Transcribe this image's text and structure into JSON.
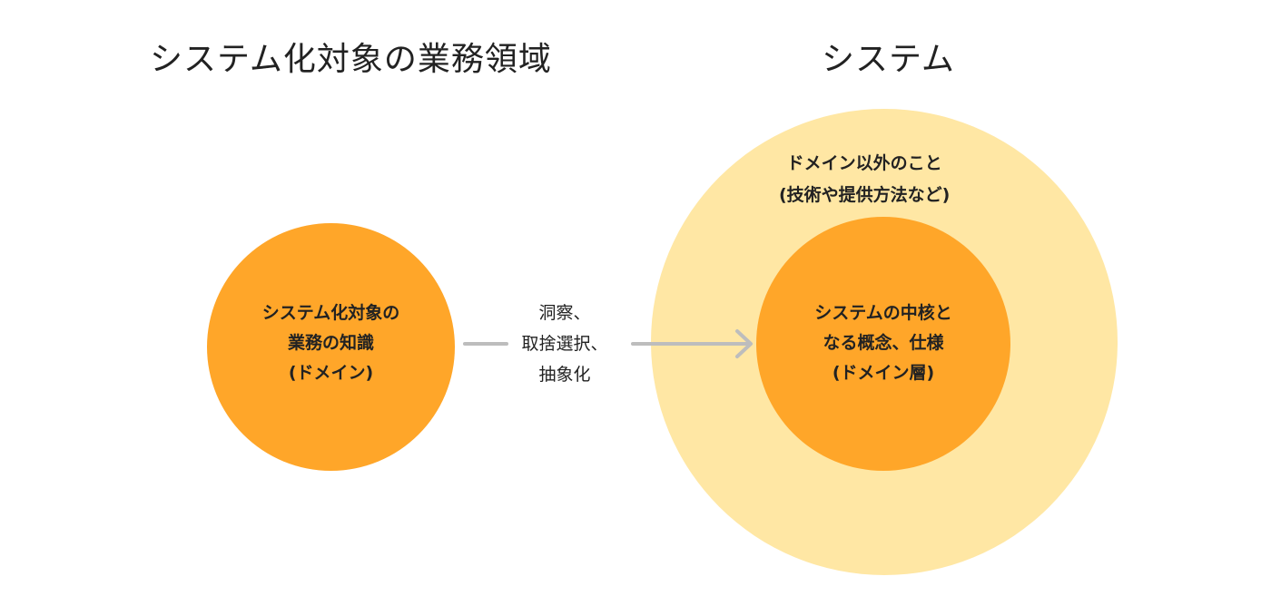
{
  "headings": {
    "left": "システム化対象の業務領域",
    "right": "システム"
  },
  "knowledge": {
    "lines": [
      "システム化対象の",
      "業務の知識",
      "(ドメイン)"
    ]
  },
  "process": {
    "lines": [
      "洞察、",
      "取捨選択、",
      "抽象化"
    ]
  },
  "system_outer": {
    "lines": [
      "ドメイン以外のこと",
      "(技術や提供方法など)"
    ]
  },
  "system_core": {
    "lines": [
      "システムの中核と",
      "なる概念、仕様",
      "(ドメイン層)"
    ]
  },
  "colors": {
    "orange": "#FFA629",
    "light_yellow": "#FFE7A4",
    "arrow": "#BDBDBD",
    "text": "#222222"
  }
}
